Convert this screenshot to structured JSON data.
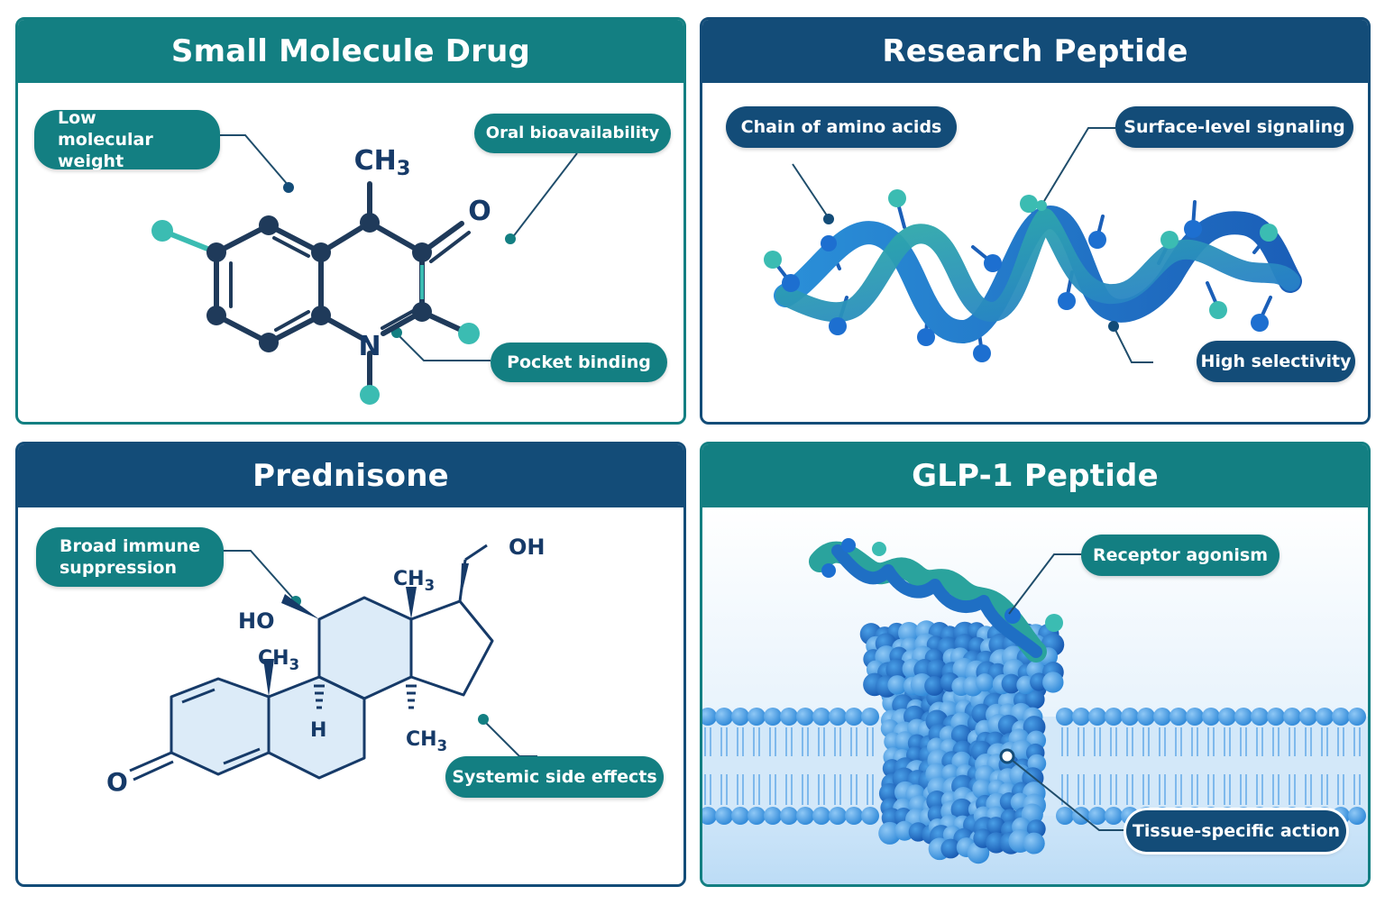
{
  "colors": {
    "teal": "#137f82",
    "navy": "#134c78",
    "atom_dark": "#1f3a5a",
    "atom_teal": "#3bbcb2",
    "atom_blue": "#1d6fd0",
    "membrane": "#5aa8ea"
  },
  "panels": [
    {
      "title": "Small Molecule Drug",
      "labels": [
        "Low molecular weight",
        "Oral bioavailability",
        "Pocket binding"
      ],
      "atoms": [
        "CH3",
        "O",
        "N"
      ]
    },
    {
      "title": "Research Peptide",
      "labels": [
        "Chain of amino acids",
        "Surface-level signaling",
        "High selectivity"
      ]
    },
    {
      "title": "Prednisone",
      "labels": [
        "Broad immune suppression",
        "Systemic side effects"
      ],
      "atoms": [
        "OH",
        "CH3",
        "HO",
        "CH3",
        "H",
        "CH3",
        "O"
      ]
    },
    {
      "title": "GLP-1 Peptide",
      "labels": [
        "Receptor agonism",
        "Tissue-specific action"
      ]
    }
  ]
}
